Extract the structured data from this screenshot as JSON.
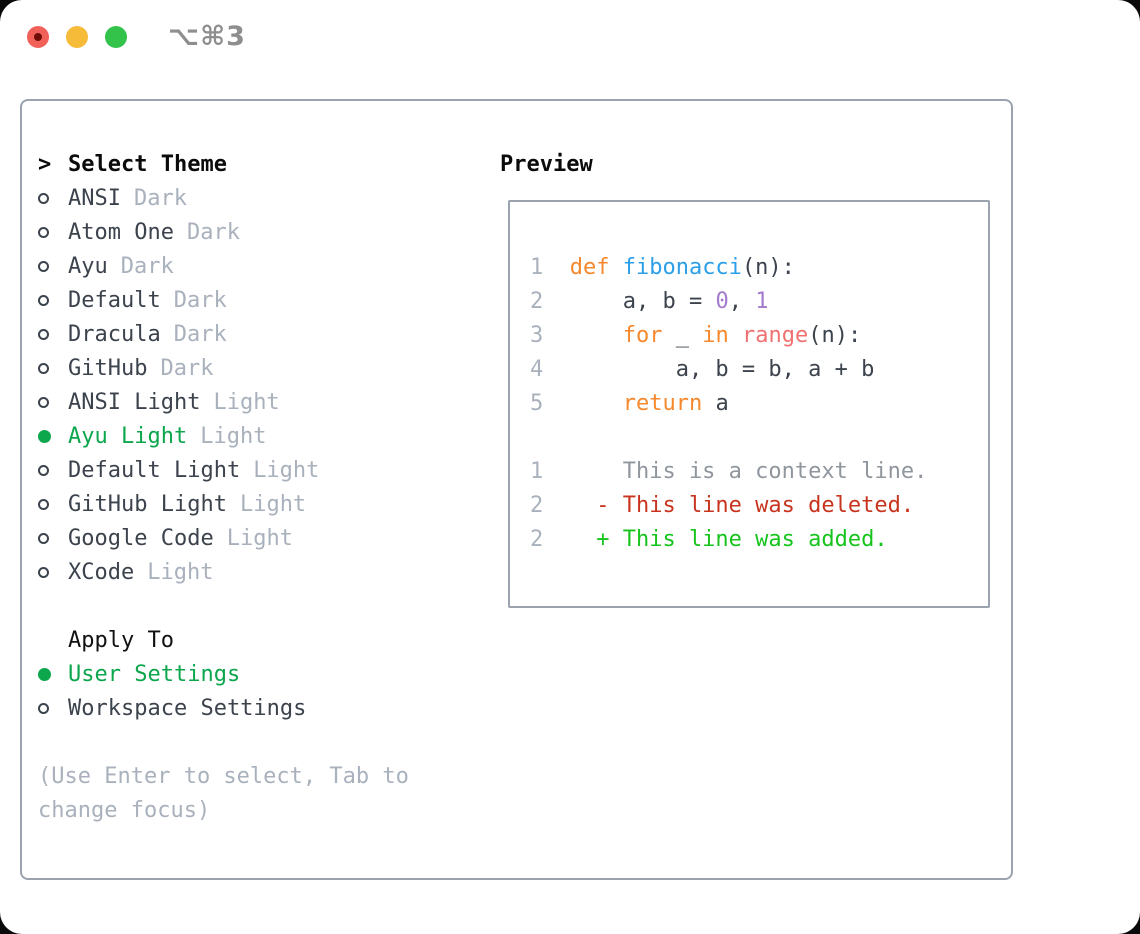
{
  "window": {
    "shortcut": "⌥⌘3",
    "traffic_lights": [
      "close",
      "minimize",
      "zoom"
    ]
  },
  "theme_selector": {
    "caret": ">",
    "title": "Select Theme",
    "themes": [
      {
        "name": "ANSI",
        "variant": "Dark",
        "selected": false
      },
      {
        "name": "Atom One",
        "variant": "Dark",
        "selected": false
      },
      {
        "name": "Ayu",
        "variant": "Dark",
        "selected": false
      },
      {
        "name": "Default",
        "variant": "Dark",
        "selected": false
      },
      {
        "name": "Dracula",
        "variant": "Dark",
        "selected": false
      },
      {
        "name": "GitHub",
        "variant": "Dark",
        "selected": false
      },
      {
        "name": "ANSI Light",
        "variant": "Light",
        "selected": false
      },
      {
        "name": "Ayu Light",
        "variant": "Light",
        "selected": true
      },
      {
        "name": "Default Light",
        "variant": "Light",
        "selected": false
      },
      {
        "name": "GitHub Light",
        "variant": "Light",
        "selected": false
      },
      {
        "name": "Google Code",
        "variant": "Light",
        "selected": false
      },
      {
        "name": "XCode",
        "variant": "Light",
        "selected": false
      }
    ],
    "apply_to": {
      "title": "Apply To",
      "options": [
        {
          "label": "User Settings",
          "selected": true
        },
        {
          "label": "Workspace Settings",
          "selected": false
        }
      ]
    },
    "hint_lines": [
      "(Use Enter to select, Tab to",
      "change focus)"
    ]
  },
  "preview": {
    "title": "Preview",
    "code_lines": [
      {
        "num": "1",
        "seg": [
          {
            "style": "kw",
            "text": "def "
          },
          {
            "style": "fn",
            "text": "fibonacci"
          },
          {
            "style": "plain",
            "text": "(n):"
          }
        ]
      },
      {
        "num": "2",
        "seg": [
          {
            "style": "plain",
            "text": "    a, b = "
          },
          {
            "style": "numlit",
            "text": "0"
          },
          {
            "style": "plain",
            "text": ", "
          },
          {
            "style": "numlit",
            "text": "1"
          }
        ]
      },
      {
        "num": "3",
        "seg": [
          {
            "style": "plain",
            "text": "    "
          },
          {
            "style": "kw",
            "text": "for"
          },
          {
            "style": "plain",
            "text": " _ "
          },
          {
            "style": "kw",
            "text": "in"
          },
          {
            "style": "plain",
            "text": " "
          },
          {
            "style": "call",
            "text": "range"
          },
          {
            "style": "plain",
            "text": "(n):"
          }
        ]
      },
      {
        "num": "4",
        "seg": [
          {
            "style": "plain",
            "text": "        a, b = b, a + b"
          }
        ]
      },
      {
        "num": "5",
        "seg": [
          {
            "style": "plain",
            "text": "    "
          },
          {
            "style": "kw",
            "text": "return"
          },
          {
            "style": "plain",
            "text": " a"
          }
        ]
      }
    ],
    "diff_lines": [
      {
        "num": "1",
        "style": "ctx",
        "text": "    This is a context line."
      },
      {
        "num": "2",
        "style": "del",
        "text": "  - This line was deleted."
      },
      {
        "num": "2",
        "style": "add",
        "text": "  + This line was added."
      }
    ]
  },
  "colors": {
    "panel_border": "#9ba3af",
    "text_dark": "#3c434d",
    "muted_gray": "#a9b1bd",
    "selected_green": "#0ca64d",
    "diff_added_green": "#17c31d",
    "diff_deleted_red": "#c8351f",
    "keyword_orange": "#f6882e",
    "function_blue": "#2c9fe8",
    "number_purple": "#a37acc",
    "call_salmon": "#f07171",
    "traffic_red": "#f2605a",
    "traffic_yellow": "#f7bb3a",
    "traffic_green": "#33c24a"
  }
}
